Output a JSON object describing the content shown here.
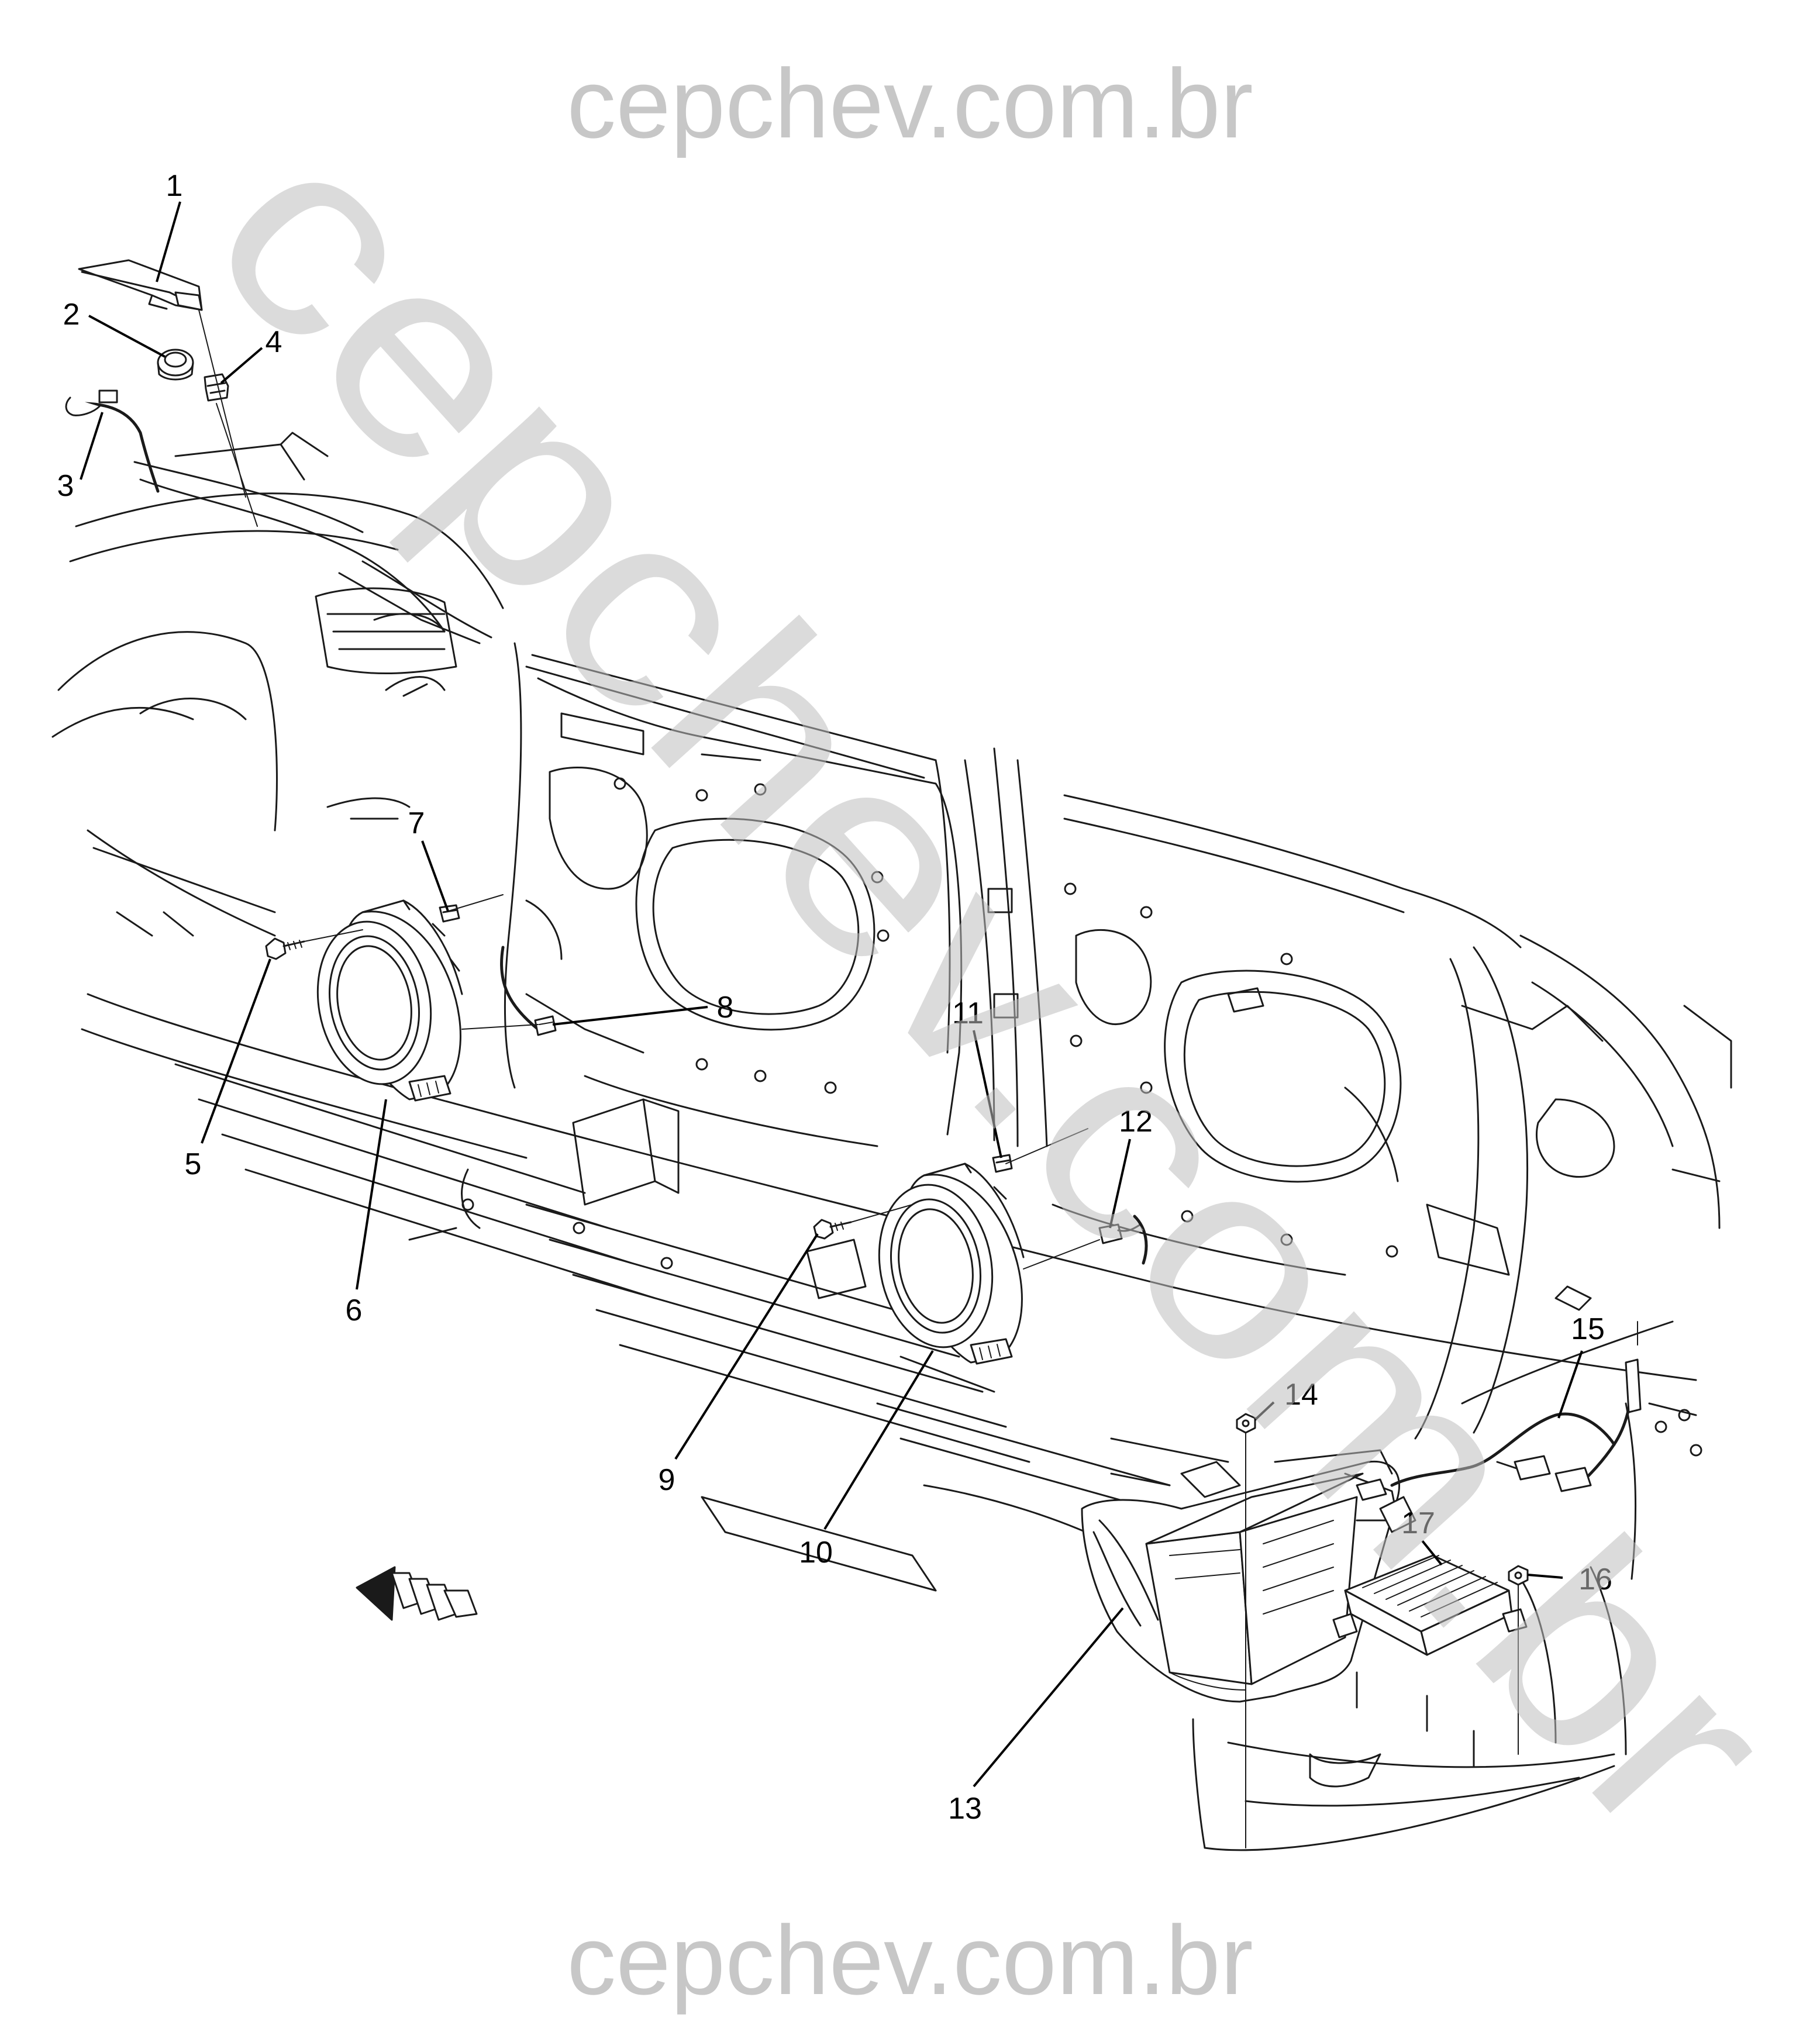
{
  "watermark": {
    "top": "cepchev.com.br",
    "bottom": "cepchev.com.br",
    "diagonal": "cepchev.com.br"
  },
  "callouts": [
    "1",
    "2",
    "3",
    "4",
    "5",
    "6",
    "7",
    "8",
    "9",
    "10",
    "11",
    "12",
    "13",
    "14",
    "15",
    "16",
    "17"
  ],
  "icons": {
    "front_arrow": "front-direction-arrow-icon"
  },
  "colors": {
    "line": "#1a1a1a",
    "watermark": "#bdbdbd",
    "background": "#ffffff"
  }
}
